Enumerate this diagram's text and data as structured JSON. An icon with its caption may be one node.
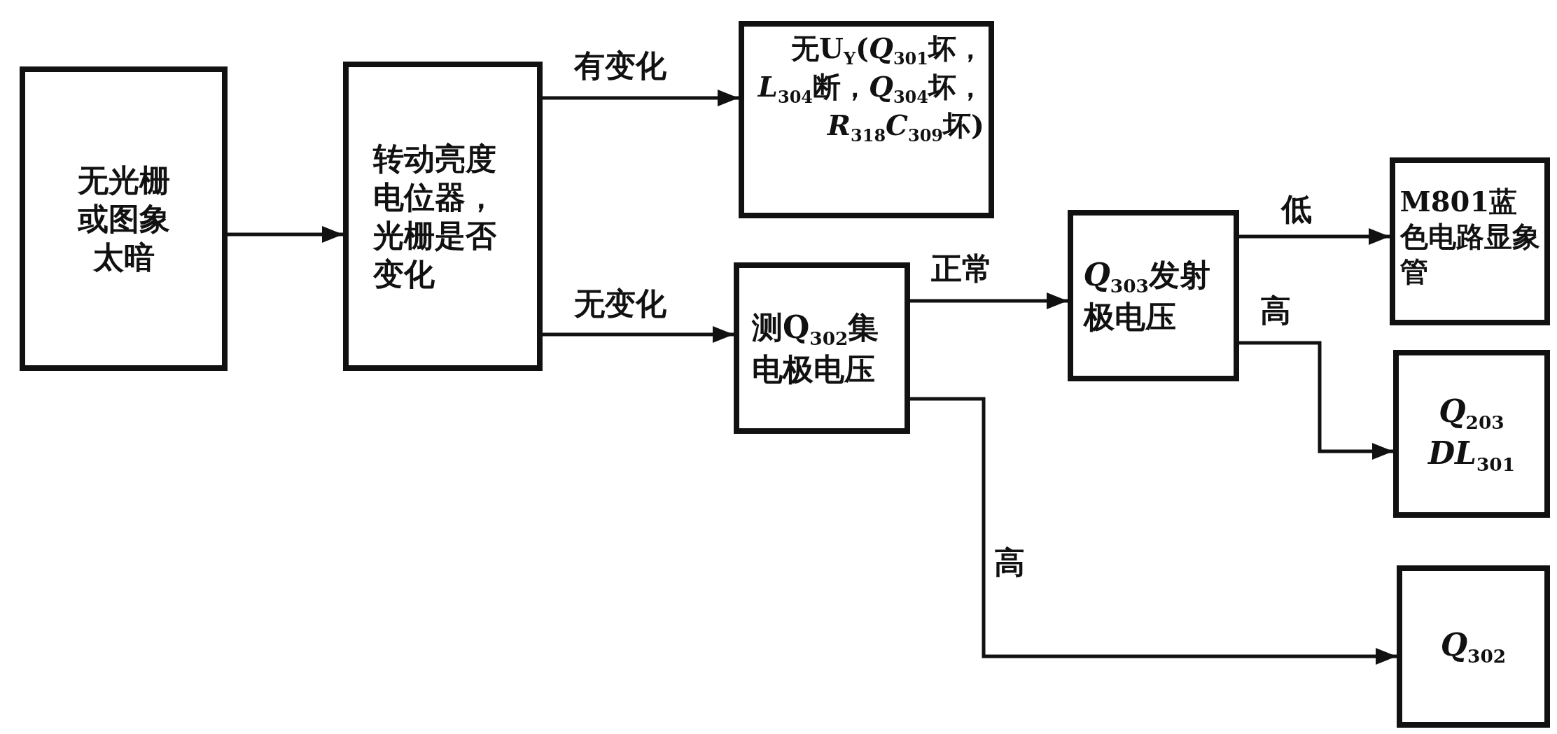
{
  "diagram": {
    "nodes": [
      {
        "text": [
          "无光栅或图象太暗"
        ]
      },
      {
        "text": [
          "转动亮度电位器，光栅是否变化"
        ]
      },
      {
        "text": [
          "无U$_{Y}$(*Q*$_{301}$坏，*L*$_{304}$断，*Q*$_{304}$坏，*R*$_{318}$*C*$_{309}$坏)"
        ]
      },
      {
        "text": [
          "测Q$_{302}$集电极电压"
        ]
      },
      {
        "text": [
          "*Q*$_{303}$发射极电压"
        ]
      },
      {
        "text": [
          "M801蓝色电路显象管"
        ]
      },
      {
        "text": [
          "*Q*$_{203}$ *DL*$_{301}$"
        ]
      },
      {
        "text": [
          "*Q*$_{302}$"
        ]
      }
    ],
    "edges": [
      {
        "from": 0,
        "to": 1,
        "arrow": "to"
      },
      {
        "from": 1,
        "to": 2,
        "arrow": "to",
        "label": "有变化"
      },
      {
        "from": 1,
        "to": 3,
        "arrow": "to",
        "label": "无变化"
      },
      {
        "from": 3,
        "to": 4,
        "arrow": "to",
        "label": "正常"
      },
      {
        "from": 4,
        "to": 5,
        "arrow": "to",
        "label": "低"
      },
      {
        "from": 4,
        "to": 6,
        "arrow": "to",
        "label": "高"
      },
      {
        "from": 3,
        "to": 7,
        "arrow": "to",
        "label": "高"
      }
    ]
  }
}
